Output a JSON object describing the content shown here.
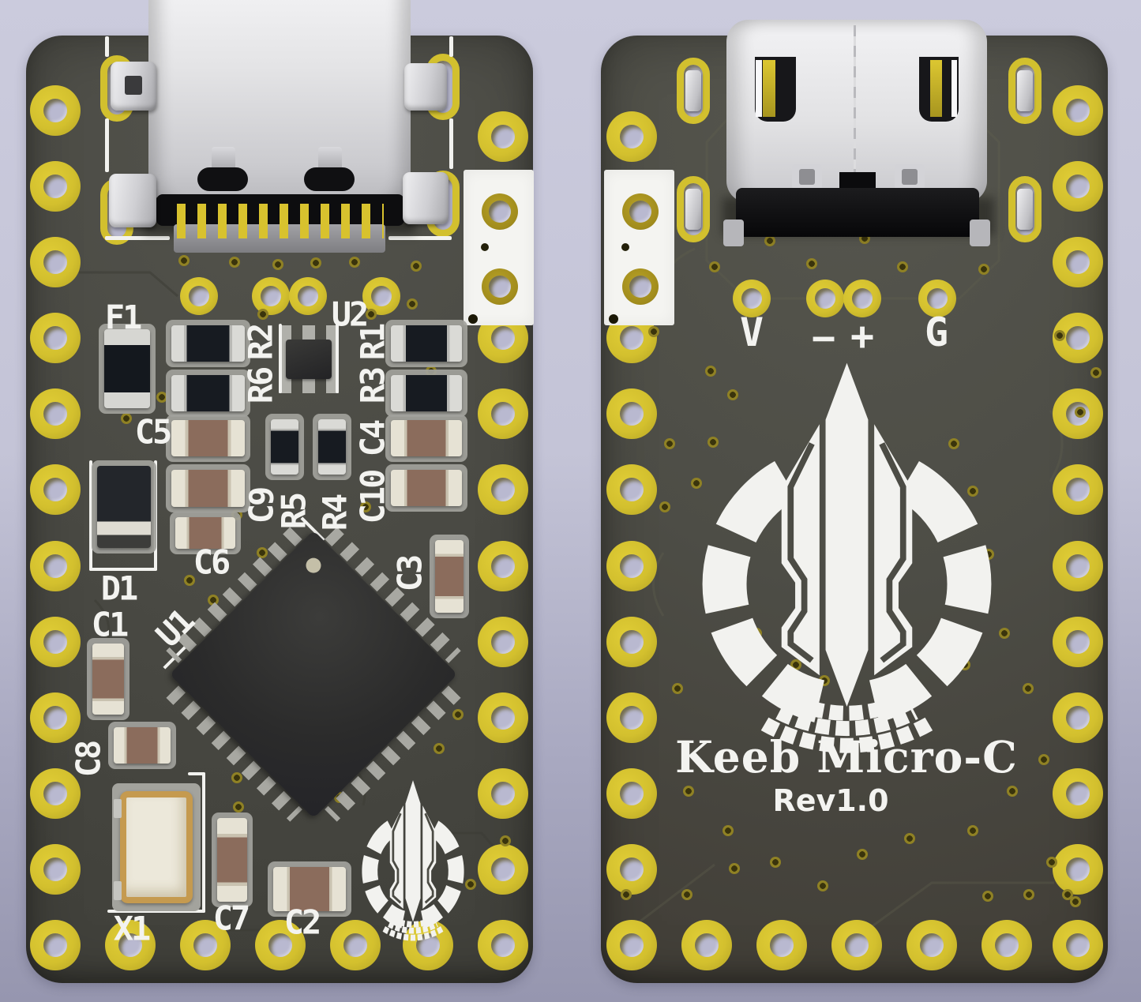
{
  "front_board": {
    "designators": {
      "F1": "F1",
      "U2": "U2",
      "R2": "R2",
      "R6": "R6",
      "R1": "R1",
      "R3": "R3",
      "C5": "C5",
      "C9": "C9",
      "R5": "R5",
      "R4": "R4",
      "C4": "C4",
      "C10": "C10",
      "C6": "C6",
      "D1": "D1",
      "C1": "C1",
      "U1": "U1",
      "C3": "C3",
      "C8": "C8",
      "X1": "X1",
      "C7": "C7",
      "C2": "C2"
    }
  },
  "back_board": {
    "pin_labels": {
      "v": "V",
      "minus": "−",
      "plus": "+",
      "g": "G"
    },
    "title": "Keeb Micro-C",
    "revision": "Rev1.0"
  },
  "colors": {
    "background_top": "#cbcbdd",
    "background_bottom": "#9696af",
    "board": "#4a4a44",
    "pad_yellow": "#d3c02e",
    "hole_fill": "#b9b9d0",
    "silkscreen": "#f2f2ef"
  },
  "icons": {
    "front_logo": "keeb-shield-logo",
    "back_logo": "keeb-shield-logo"
  }
}
